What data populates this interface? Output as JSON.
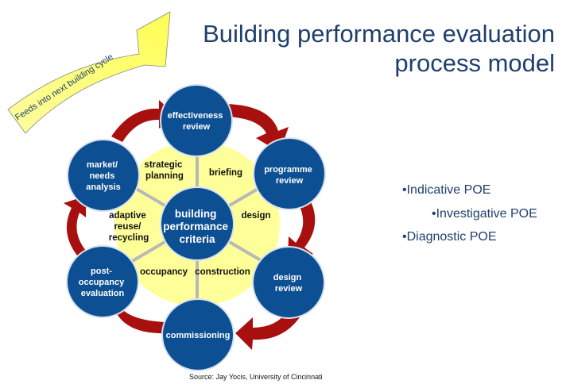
{
  "title": [
    "Building performance evaluation",
    "process model"
  ],
  "feedback_label": "Feeds into next building cycle",
  "center_label": [
    "building",
    "performance",
    "criteria"
  ],
  "nodes": [
    {
      "id": "effectiveness-review",
      "lines": [
        "effectiveness",
        "review"
      ]
    },
    {
      "id": "programme-review",
      "lines": [
        "programme",
        "review"
      ]
    },
    {
      "id": "design-review",
      "lines": [
        "design",
        "review"
      ]
    },
    {
      "id": "commissioning",
      "lines": [
        "commissioning"
      ]
    },
    {
      "id": "post-occupancy-evaluation",
      "lines": [
        "post-",
        "occupancy",
        "evaluation"
      ]
    },
    {
      "id": "market-needs-analysis",
      "lines": [
        "market/",
        "needs",
        "analysis"
      ]
    }
  ],
  "segments": [
    {
      "id": "strategic-planning",
      "lines": [
        "strategic",
        "planning"
      ]
    },
    {
      "id": "briefing",
      "lines": [
        "briefing"
      ]
    },
    {
      "id": "design",
      "lines": [
        "design"
      ]
    },
    {
      "id": "construction",
      "lines": [
        "construction"
      ]
    },
    {
      "id": "occupancy",
      "lines": [
        "occupancy"
      ]
    },
    {
      "id": "adaptive-reuse-recycling",
      "lines": [
        "adaptive",
        "reuse/",
        "recycling"
      ]
    }
  ],
  "bullets": [
    "•Indicative POE",
    "•Investigative POE",
    "•Diagnostic POE"
  ],
  "source": "Source: Jay Yocis, University of Cincinnati",
  "colors": {
    "title": "#1f3f6e",
    "node_fill": "#0d4f93",
    "node_stroke": "#d8e2ee",
    "ring": "#ffff99",
    "ring_inner": "#f6f2b5",
    "spoke": "#b8b8b8",
    "arrow": "#a80f0f",
    "feedback_arrow": "#ffff66"
  }
}
